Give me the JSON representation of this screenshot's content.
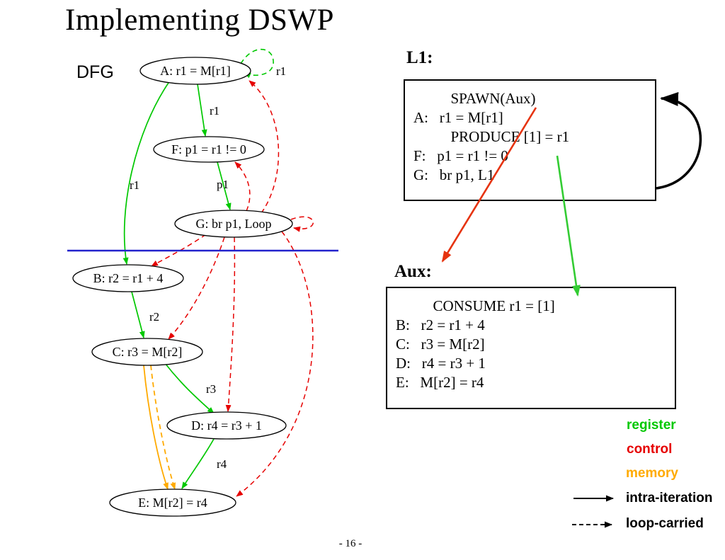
{
  "title": "Implementing DSWP",
  "page_number": "- 16 -",
  "dfg": {
    "label": "DFG",
    "nodes": [
      {
        "id": "A",
        "text": "A: r1 = M[r1]"
      },
      {
        "id": "F",
        "text": "F: p1 = r1 != 0"
      },
      {
        "id": "G",
        "text": "G: br p1, Loop"
      },
      {
        "id": "B",
        "text": "B: r2 = r1 + 4"
      },
      {
        "id": "C",
        "text": "C: r3 = M[r2]"
      },
      {
        "id": "D",
        "text": "D: r4 = r3 + 1"
      },
      {
        "id": "E",
        "text": "E: M[r2] = r4"
      }
    ],
    "edge_labels": {
      "a_self": "r1",
      "a_f": "r1",
      "a_b": "r1",
      "f_g": "p1",
      "b_c": "r2",
      "c_d": "r3",
      "d_e": "r4"
    }
  },
  "l1_block": {
    "label": "L1:",
    "lines": [
      "          SPAWN(Aux)",
      "A:   r1 = M[r1]",
      "          PRODUCE [1] = r1",
      "F:   p1 = r1 != 0",
      "G:   br p1, L1"
    ]
  },
  "aux_block": {
    "label": "Aux:",
    "lines": [
      "          CONSUME r1 = [1]",
      "B:   r2 = r1 + 4",
      "C:   r3 = M[r2]",
      "D:   r4 = r3 + 1",
      "E:   M[r2] = r4"
    ]
  },
  "legend": {
    "register_label": "register",
    "control_label": "control",
    "memory_label": "memory",
    "intra_iteration_label": "intra-iteration",
    "loop_carried_label": "loop-carried"
  },
  "colors": {
    "register": "#00c800",
    "control": "#e60000",
    "memory": "#ffaa00",
    "separator_line": "#2222cc",
    "thread_spawn_arrow": "#e6330f",
    "produce_consume_arrow": "#33cc33",
    "self_loop_arrow": "#000000"
  }
}
